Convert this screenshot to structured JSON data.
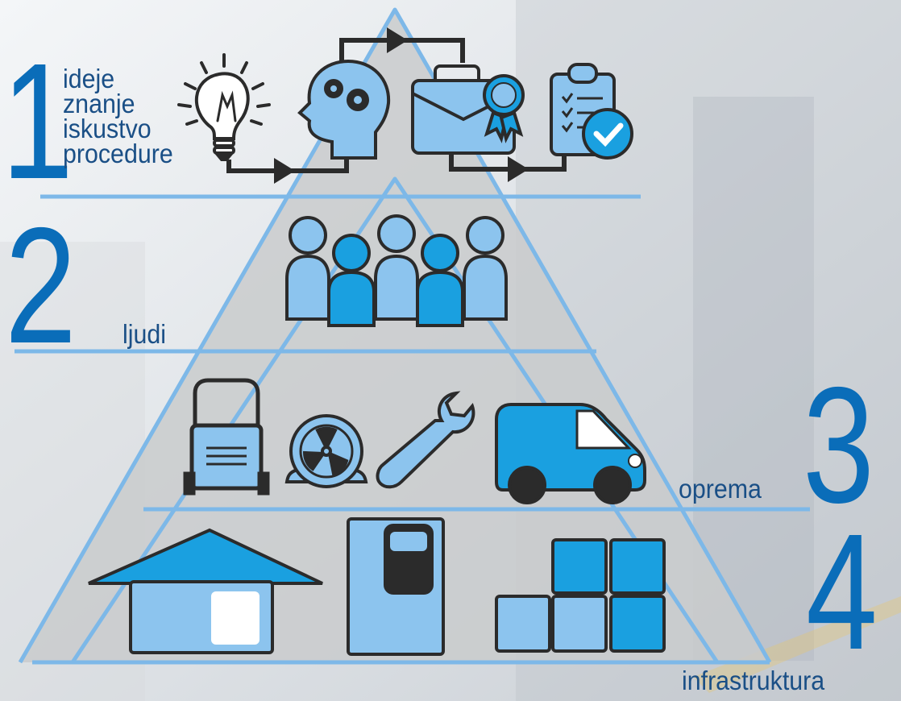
{
  "levels": [
    {
      "number": "1",
      "words": [
        "ideje",
        "znanje",
        "iskustvo",
        "procedure"
      ]
    },
    {
      "number": "2",
      "words": [
        "ljudi"
      ]
    },
    {
      "number": "3",
      "words": [
        "oprema"
      ]
    },
    {
      "number": "4",
      "words": [
        "infrastruktura"
      ]
    }
  ],
  "colors": {
    "line": "#7db8e8",
    "fill_light": "#8cc4ee",
    "fill_dark": "#1aa0e0",
    "outline": "#2b2b2b",
    "number": "#0a6db9",
    "pyramid_fill": "#c9cbcd"
  },
  "icons": {
    "level1": [
      "light-bulb-icon",
      "head-gears-icon",
      "briefcase-award-icon",
      "clipboard-check-icon",
      "arrow-icon"
    ],
    "level2": [
      "people-group-icon"
    ],
    "level3": [
      "lawn-mower-icon",
      "fan-icon",
      "wrench-icon",
      "van-icon"
    ],
    "level4": [
      "house-icon",
      "cabinet-icon",
      "boxes-icon"
    ]
  }
}
